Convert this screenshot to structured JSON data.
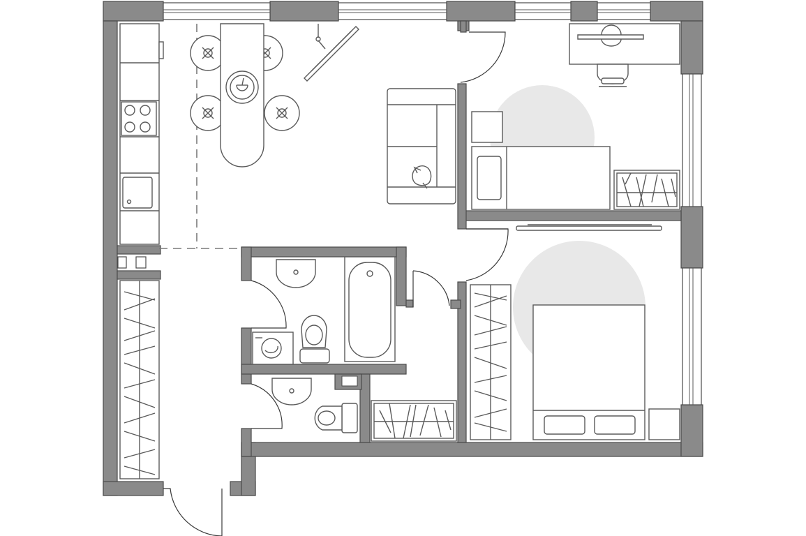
{
  "plan": {
    "colors": {
      "wall_fill": "#8a8a8a",
      "wall_stroke": "#4a4a4a",
      "furniture_stroke": "#5a5a5a",
      "light_circle": "#e8e8e8",
      "background": "#ffffff"
    },
    "rooms": [
      "kitchen-living",
      "bedroom-small",
      "bedroom-large",
      "bathroom",
      "toilet",
      "hallway"
    ]
  }
}
